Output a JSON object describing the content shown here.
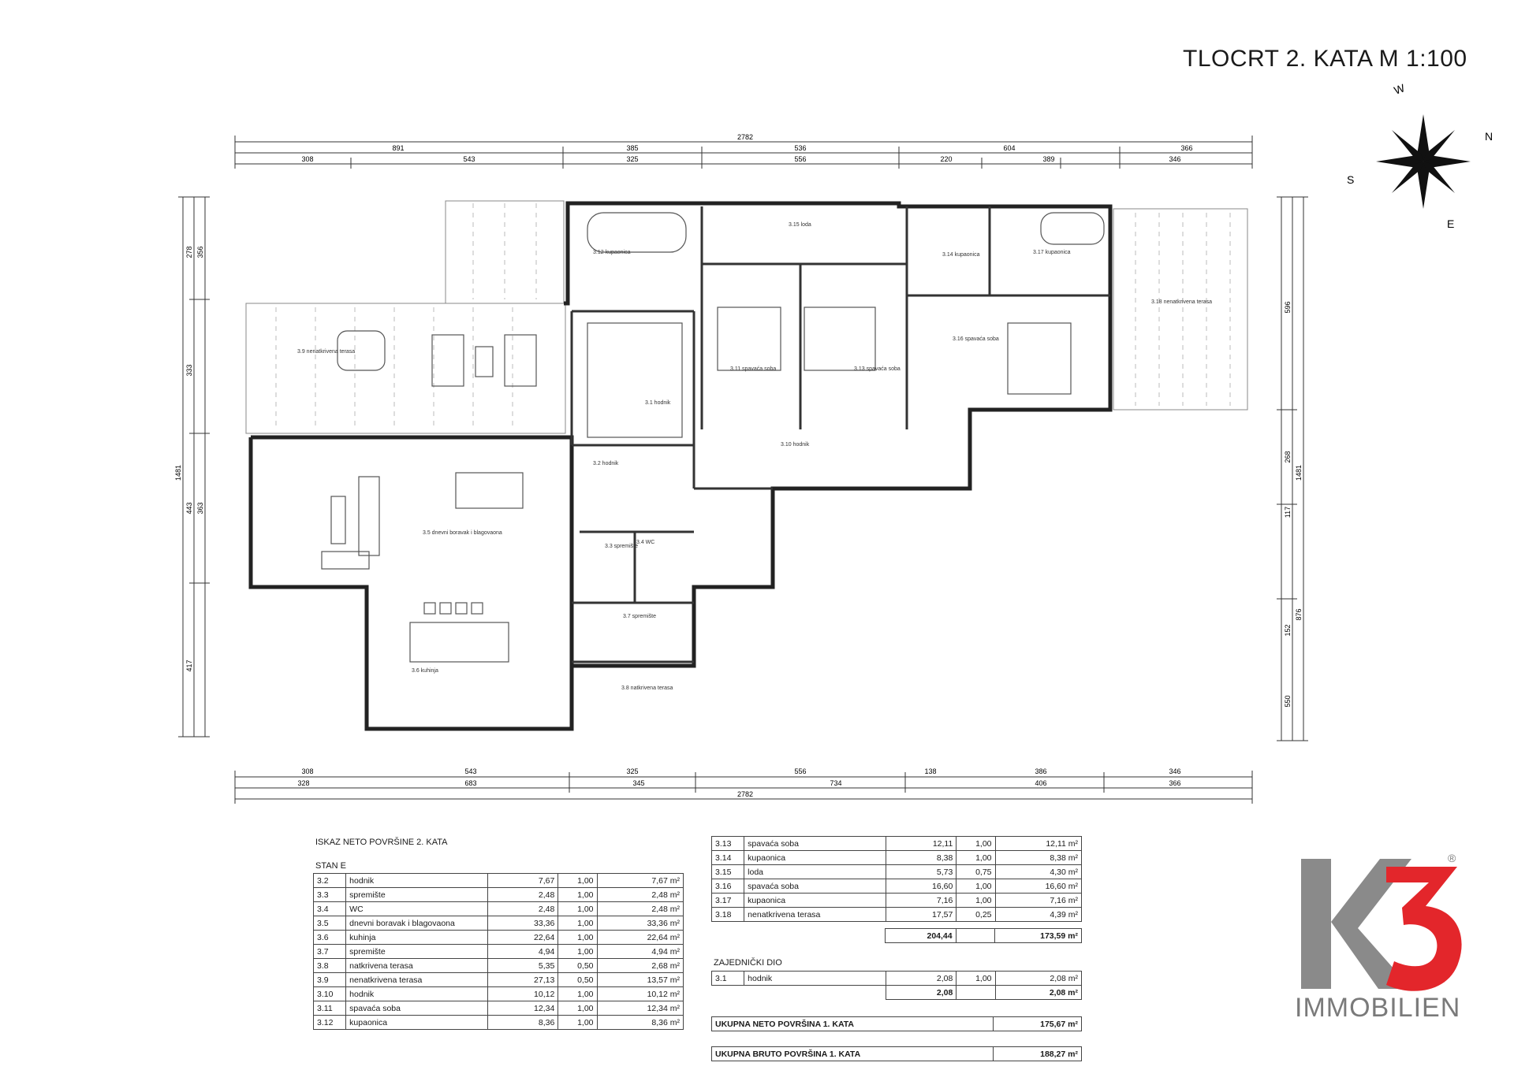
{
  "title": "TLOCRT 2. KATA M 1:100",
  "compass": {
    "n": "N",
    "e": "E",
    "s": "S",
    "w": "W"
  },
  "dims_top": {
    "total": "2782",
    "row1": [
      "891",
      "385",
      "536",
      "604",
      "366"
    ],
    "row2": [
      "308",
      "543",
      "325",
      "556",
      "220",
      "389",
      "346"
    ]
  },
  "dims_bottom": {
    "row1": [
      "308",
      "543",
      "325",
      "556",
      "138",
      "386",
      "346"
    ],
    "row2": [
      "328",
      "683",
      "345",
      "734",
      "406",
      "366"
    ],
    "total": "2782"
  },
  "dims_left": [
    "1481",
    "278",
    "356",
    "333",
    "443",
    "363",
    "417"
  ],
  "dims_right": [
    "1481",
    "596",
    "268",
    "117",
    "876",
    "152",
    "550"
  ],
  "rooms": [
    {
      "id": "r39",
      "label": "3.9 nenatkrivena terasa"
    },
    {
      "id": "r35",
      "label": "3.5 dnevni boravak i blagovaona"
    },
    {
      "id": "r36",
      "label": "3.6 kuhinja"
    },
    {
      "id": "r38",
      "label": "3.8 natkrivena terasa"
    },
    {
      "id": "r37",
      "label": "3.7 spremište"
    },
    {
      "id": "r33",
      "label": "3.3 spremište"
    },
    {
      "id": "r34",
      "label": "3.4 WC"
    },
    {
      "id": "r32",
      "label": "3.2 hodnik"
    },
    {
      "id": "r31",
      "label": "3.1 hodnik"
    },
    {
      "id": "r312",
      "label": "3.12 kupaonica"
    },
    {
      "id": "r311",
      "label": "3.11 spavaća soba"
    },
    {
      "id": "r315",
      "label": "3.15 loda"
    },
    {
      "id": "r313",
      "label": "3.13 spavaća soba"
    },
    {
      "id": "r310",
      "label": "3.10 hodnik"
    },
    {
      "id": "r314",
      "label": "3.14 kupaonica"
    },
    {
      "id": "r317",
      "label": "3.17 kupaonica"
    },
    {
      "id": "r316",
      "label": "3.16 spavaća soba"
    },
    {
      "id": "r318",
      "label": "3.18 nenatkrivena terasa"
    }
  ],
  "table_left": {
    "heading": "ISKAZ NETO POVRŠINE 2. KATA",
    "subheading": "STAN E",
    "rows": [
      [
        "3.2",
        "hodnik",
        "7,67",
        "1,00",
        "7,67 m²"
      ],
      [
        "3.3",
        "spremište",
        "2,48",
        "1,00",
        "2,48 m²"
      ],
      [
        "3.4",
        "WC",
        "2,48",
        "1,00",
        "2,48 m²"
      ],
      [
        "3.5",
        "dnevni boravak i blagovaona",
        "33,36",
        "1,00",
        "33,36 m²"
      ],
      [
        "3.6",
        "kuhinja",
        "22,64",
        "1,00",
        "22,64 m²"
      ],
      [
        "3.7",
        "spremište",
        "4,94",
        "1,00",
        "4,94 m²"
      ],
      [
        "3.8",
        "natkrivena terasa",
        "5,35",
        "0,50",
        "2,68 m²"
      ],
      [
        "3.9",
        "nenatkrivena terasa",
        "27,13",
        "0,50",
        "13,57 m²"
      ],
      [
        "3.10",
        "hodnik",
        "10,12",
        "1,00",
        "10,12 m²"
      ],
      [
        "3.11",
        "spavaća soba",
        "12,34",
        "1,00",
        "12,34 m²"
      ],
      [
        "3.12",
        "kupaonica",
        "8,36",
        "1,00",
        "8,36 m²"
      ]
    ]
  },
  "table_right": {
    "rows": [
      [
        "3.13",
        "spavaća soba",
        "12,11",
        "1,00",
        "12,11 m²"
      ],
      [
        "3.14",
        "kupaonica",
        "8,38",
        "1,00",
        "8,38 m²"
      ],
      [
        "3.15",
        "loda",
        "5,73",
        "0,75",
        "4,30 m²"
      ],
      [
        "3.16",
        "spavaća soba",
        "16,60",
        "1,00",
        "16,60 m²"
      ],
      [
        "3.17",
        "kupaonica",
        "7,16",
        "1,00",
        "7,16 m²"
      ],
      [
        "3.18",
        "nenatkrivena terasa",
        "17,57",
        "0,25",
        "4,39 m²"
      ]
    ],
    "total_gross": "204,44",
    "total_net": "173,59 m²"
  },
  "common": {
    "heading": "ZAJEDNIČKI DIO",
    "row": [
      "3.1",
      "hodnik",
      "2,08",
      "1,00",
      "2,08 m²"
    ],
    "total_gross": "2,08",
    "total_net": "2,08 m²"
  },
  "summary": {
    "net_label": "UKUPNA NETO POVRŠINA 1. KATA",
    "net_value": "175,67 m²",
    "gross_label": "UKUPNA BRUTO POVRŠINA 1. KATA",
    "gross_value": "188,27 m²"
  },
  "logo": {
    "mark": "K3",
    "registered": "®",
    "name": "IMMOBILIEN",
    "gray": "#8a8a8a",
    "red": "#e3262b"
  }
}
